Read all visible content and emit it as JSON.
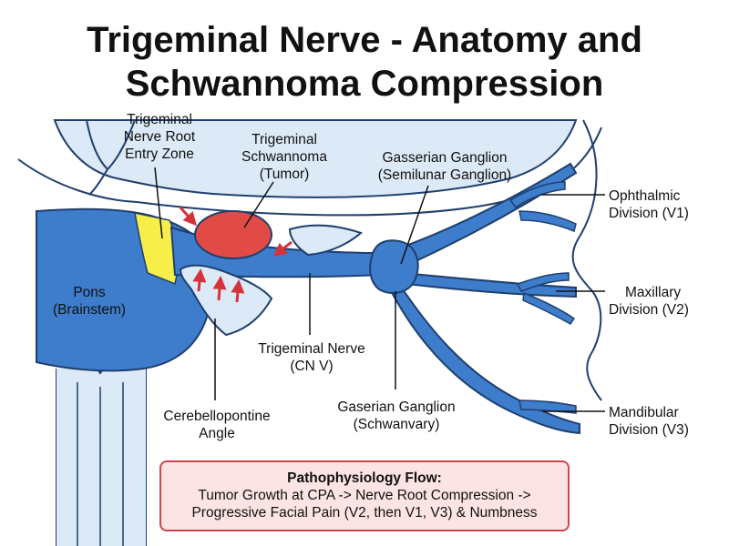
{
  "title": {
    "line1": "Trigeminal Nerve - Anatomy and",
    "line2": "Schwannoma Compression"
  },
  "labels": {
    "root_entry_zone": [
      "Trigeminal",
      "Nerve Root",
      "Entry Zone"
    ],
    "schwannoma": [
      "Trigeminal",
      "Schwannoma",
      "(Tumor)"
    ],
    "gasserian_ganglion": [
      "Gasserian Ganglion",
      "(Semilunar Ganglion)"
    ],
    "ophthalmic": [
      "Ophthalmic",
      "Division (V1)"
    ],
    "maxillary": [
      "Maxillary",
      "Division (V2)"
    ],
    "mandibular": [
      "Mandibular",
      "Division (V3)"
    ],
    "pons": [
      "Pons",
      "(Brainstem)"
    ],
    "trigeminal_nerve": [
      "Trigeminal Nerve",
      "(CN V)"
    ],
    "gaserian_ganglion_lower": [
      "Gaserian Ganglion",
      "(Schwanvary)"
    ],
    "cpa": [
      "Cerebellopontine",
      "Angle"
    ]
  },
  "flow_box": {
    "title": "Pathophysiology Flow:",
    "line1": "Tumor Growth at CPA -> Nerve Root Compression ->",
    "line2": "Progressive Facial Pain (V2, then V1, V3) & Numbness"
  },
  "colors": {
    "nerve_blue": "#3e7ccc",
    "light_blue": "#dce9f6",
    "outline": "#1f3f6e",
    "tumor_red": "#e24b45",
    "arrow_red": "#d6323a",
    "entry_zone_yellow": "#f7ee4a",
    "flow_border": "#c9474c",
    "flow_fill": "#fbe4e3"
  }
}
